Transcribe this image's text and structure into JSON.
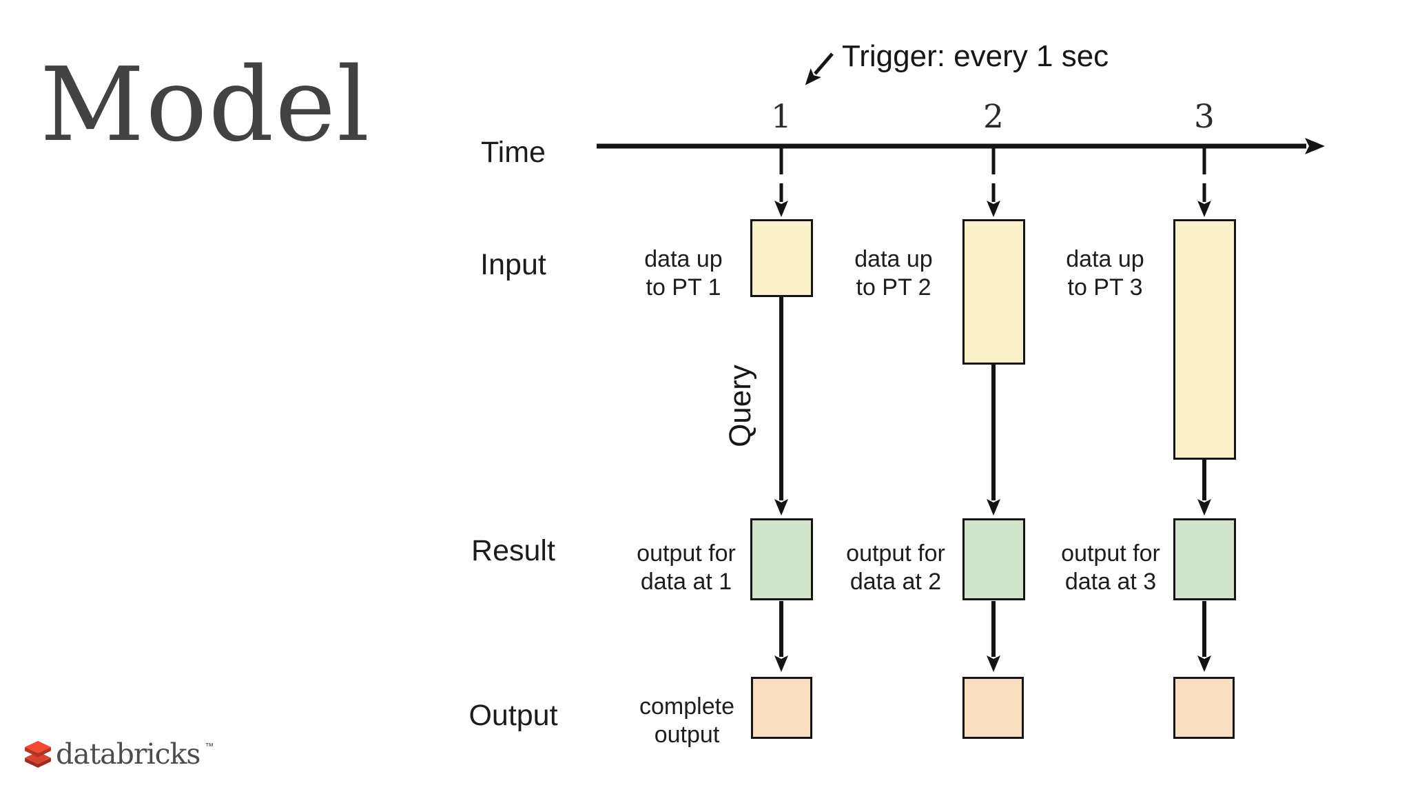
{
  "slide": {
    "title": "Model",
    "trigger_annotation": "Trigger: every 1 sec",
    "row_labels": {
      "time": "Time",
      "input": "Input",
      "result": "Result",
      "output": "Output"
    },
    "query_label": "Query",
    "columns": [
      {
        "tick": "1",
        "input_label": {
          "line1": "data up",
          "line2": "to PT 1"
        },
        "result_label": {
          "line1": "output for",
          "line2": "data at 1"
        },
        "output_label": {
          "line1": "complete",
          "line2": "output"
        }
      },
      {
        "tick": "2",
        "input_label": {
          "line1": "data up",
          "line2": "to PT 2"
        },
        "result_label": {
          "line1": "output for",
          "line2": "data at 2"
        }
      },
      {
        "tick": "3",
        "input_label": {
          "line1": "data up",
          "line2": "to PT 3"
        },
        "result_label": {
          "line1": "output for",
          "line2": "data at 3"
        }
      }
    ],
    "colors": {
      "input_box": "#faf0ca",
      "result_box": "#d1e3cb",
      "output_box": "#f8dfc1",
      "line": "#141414",
      "title_text": "#424242",
      "logo_red": "#ee4b31"
    }
  },
  "footer": {
    "logo_text": "databricks",
    "trademark": "™"
  }
}
